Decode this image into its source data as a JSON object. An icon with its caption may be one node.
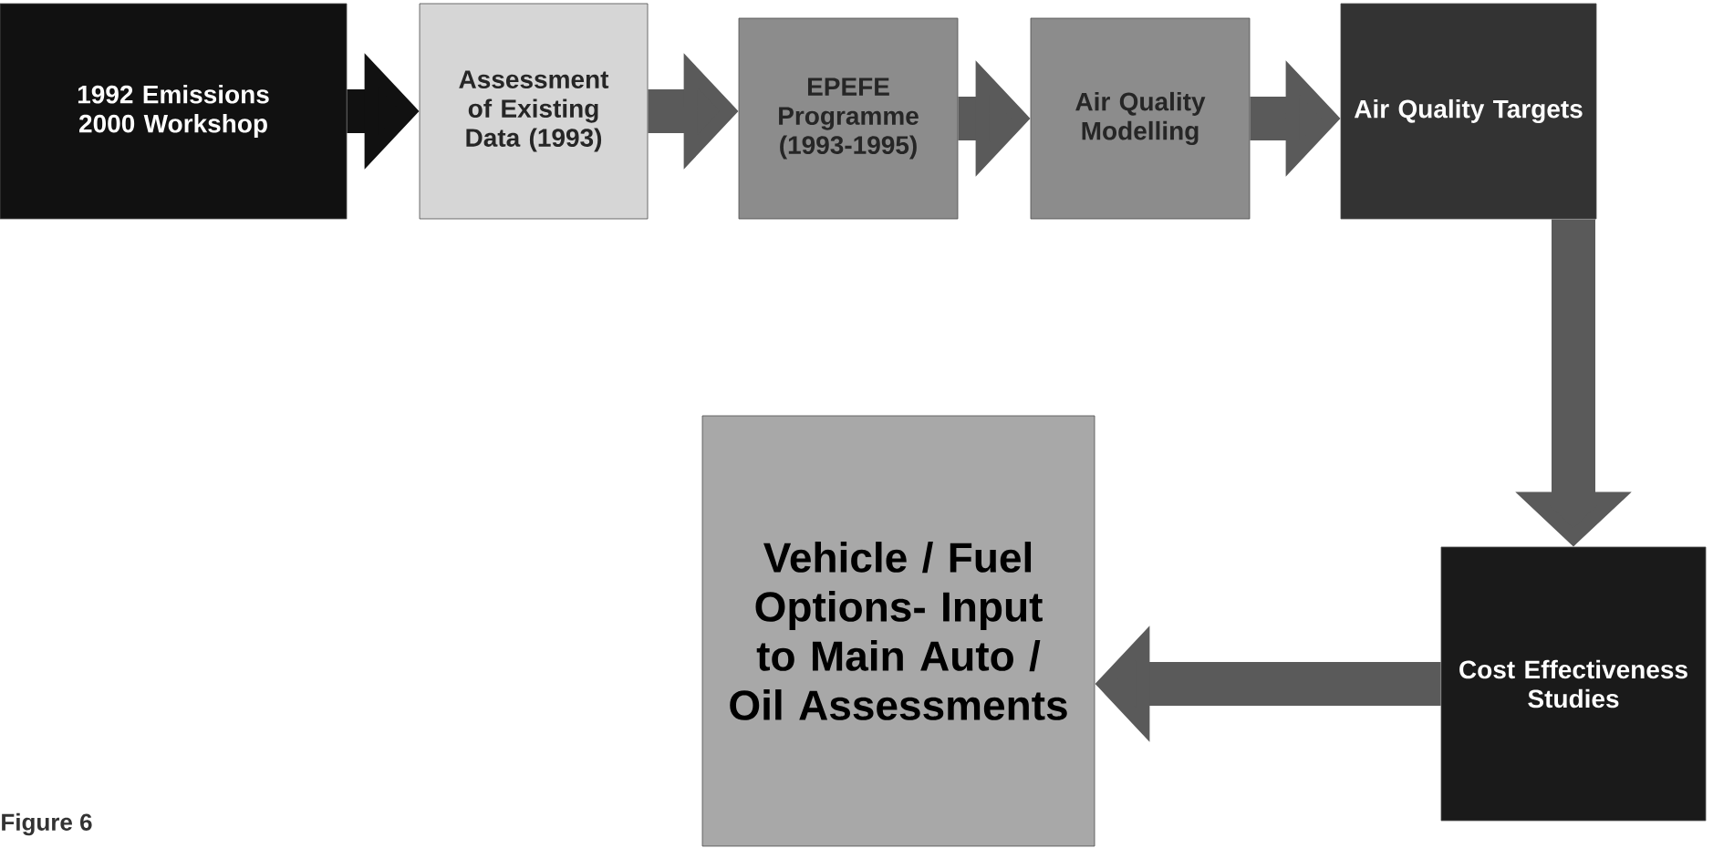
{
  "diagram": {
    "caption": "Figure 6",
    "nodes": [
      {
        "text": [
          "1992 Emissions 2000 Workshop"
        ]
      },
      {
        "text": [
          "Assessment of Existing Data (1993)"
        ]
      },
      {
        "text": [
          "EPEFE Programme (1993-1995)"
        ]
      },
      {
        "text": [
          "Air Quality Modelling"
        ]
      },
      {
        "text": [
          "Air Quality Targets"
        ]
      },
      {
        "text": [
          "Cost Effectiveness Studies"
        ]
      },
      {
        "text": [
          "Vehicle / Fuel Options- Input to Main Auto / Oil Assessments"
        ]
      }
    ],
    "edges": [
      {
        "from": 0,
        "to": 1,
        "arrow": "to"
      },
      {
        "from": 1,
        "to": 2,
        "arrow": "to"
      },
      {
        "from": 2,
        "to": 3,
        "arrow": "to"
      },
      {
        "from": 3,
        "to": 4,
        "arrow": "to"
      },
      {
        "from": 4,
        "to": 5,
        "arrow": "to"
      },
      {
        "from": 5,
        "to": 6,
        "arrow": "to"
      }
    ]
  }
}
